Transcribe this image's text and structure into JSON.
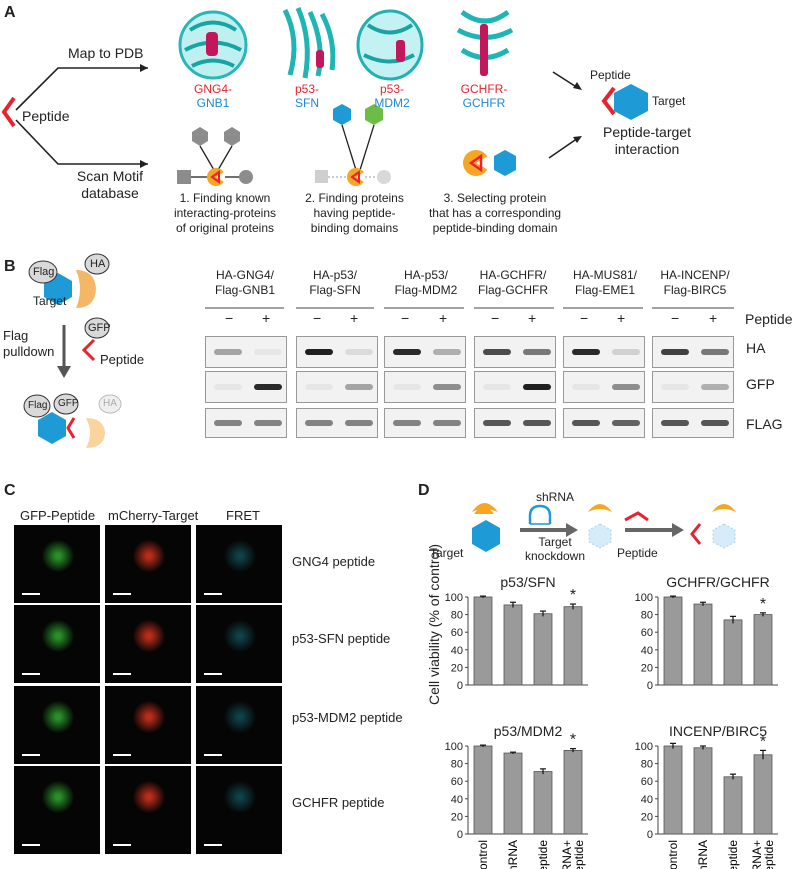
{
  "panels": {
    "A": "A",
    "B": "B",
    "C": "C",
    "D": "D"
  },
  "panelA": {
    "peptide": "Peptide",
    "map_to_pdb": "Map to PDB",
    "scan_motif": "Scan Motif\ndatabase",
    "pairs": [
      {
        "top": "GNG4-",
        "bottom": "GNB1"
      },
      {
        "top": "p53-",
        "bottom": "SFN"
      },
      {
        "top": "p53-",
        "bottom": "MDM2"
      },
      {
        "top": "GCHFR-",
        "bottom": "GCHFR"
      }
    ],
    "steps": [
      "1. Finding known\ninteracting-proteins\nof original proteins",
      "2. Finding proteins\nhaving peptide-\nbinding domains",
      "3. Selecting protein\nthat has a corresponding\npeptide-binding domain"
    ],
    "result_peptide": "Peptide",
    "result_target": "Target",
    "result_caption": "Peptide-target\ninteraction",
    "colors": {
      "peptide": "#e8232e",
      "target": "#1e9ad6",
      "partner": "#f5a623",
      "green": "#6cbd45",
      "gray": "#8c8c8c"
    }
  },
  "panelB": {
    "flag": "Flag",
    "ha": "HA",
    "target": "Target",
    "gfp": "GFP",
    "peptide": "Peptide",
    "pulldown": "Flag\npulldown",
    "ha_bottom": "HA",
    "lanes": [
      {
        "title": "HA-GNG4/\nFlag-GNB1"
      },
      {
        "title": "HA-p53/\nFlag-SFN"
      },
      {
        "title": "HA-p53/\nFlag-MDM2"
      },
      {
        "title": "HA-GCHFR/\nFlag-GCHFR"
      },
      {
        "title": "HA-MUS81/\nFlag-EME1"
      },
      {
        "title": "HA-INCENP/\nFlag-BIRC5"
      }
    ],
    "minus": "−",
    "plus": "+",
    "peptide_label": "Peptide",
    "rows": [
      "HA",
      "GFP",
      "FLAG"
    ]
  },
  "panelC": {
    "columns": [
      "GFP-Peptide",
      "mCherry-Target",
      "FRET"
    ],
    "rows": [
      "GNG4 peptide",
      "p53-SFN peptide",
      "p53-MDM2 peptide",
      "GCHFR peptide"
    ]
  },
  "panelD": {
    "shrna": "shRNA",
    "target": "Target",
    "knockdown": "Target\nknockdown",
    "peptide": "Peptide",
    "ylabel": "Cell viability (% of control)",
    "categories": [
      "Control",
      "shRNA",
      "Peptide",
      "shRNA+\npeptide"
    ],
    "star": "*"
  },
  "chart_data": [
    {
      "type": "bar",
      "title": "p53/SFN",
      "categories": [
        "Control",
        "shRNA",
        "Peptide",
        "shRNA+ peptide"
      ],
      "values": [
        100,
        91,
        81,
        89
      ],
      "errors": [
        1,
        3,
        3,
        3
      ],
      "ylim": [
        0,
        100
      ],
      "yticks": [
        0,
        20,
        40,
        60,
        80,
        100
      ],
      "ylabel": "Cell viability (% of control)",
      "annotation": "*"
    },
    {
      "type": "bar",
      "title": "GCHFR/GCHFR",
      "categories": [
        "Control",
        "shRNA",
        "Peptide",
        "shRNA+ peptide"
      ],
      "values": [
        100,
        92,
        74,
        80
      ],
      "errors": [
        1,
        2,
        4,
        2
      ],
      "ylim": [
        0,
        100
      ],
      "yticks": [
        0,
        20,
        40,
        60,
        80,
        100
      ],
      "ylabel": "Cell viability (% of control)",
      "annotation": "*"
    },
    {
      "type": "bar",
      "title": "p53/MDM2",
      "categories": [
        "Control",
        "shRNA",
        "Peptide",
        "shRNA+ peptide"
      ],
      "values": [
        100,
        92,
        71,
        95
      ],
      "errors": [
        1,
        1,
        3,
        2
      ],
      "ylim": [
        0,
        100
      ],
      "yticks": [
        0,
        20,
        40,
        60,
        80,
        100
      ],
      "ylabel": "Cell viability (% of control)",
      "annotation": "*"
    },
    {
      "type": "bar",
      "title": "INCENP/BIRC5",
      "categories": [
        "Control",
        "shRNA",
        "Peptide",
        "shRNA+ peptide"
      ],
      "values": [
        100,
        98,
        65,
        90
      ],
      "errors": [
        3,
        2,
        3,
        5
      ],
      "ylim": [
        0,
        100
      ],
      "yticks": [
        0,
        20,
        40,
        60,
        80,
        100
      ],
      "ylabel": "Cell viability (% of control)",
      "annotation": "*"
    }
  ]
}
